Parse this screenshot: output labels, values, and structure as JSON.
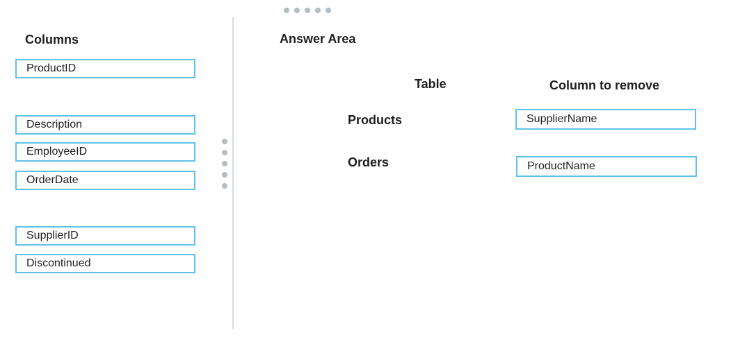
{
  "columns_panel": {
    "title": "Columns",
    "items": [
      "ProductID",
      "Description",
      "EmployeeID",
      "OrderDate",
      "SupplierID",
      "Discontinued"
    ]
  },
  "answer_area": {
    "title": "Answer Area",
    "table_header": "Table",
    "column_header": "Column to remove",
    "rows": [
      {
        "table": "Products",
        "answer": "SupplierName"
      },
      {
        "table": "Orders",
        "answer": "ProductName"
      }
    ]
  },
  "colors": {
    "box_border": "#5ec3e6",
    "divider": "#d9dde0",
    "handle_dots": "#b5bcc2"
  }
}
